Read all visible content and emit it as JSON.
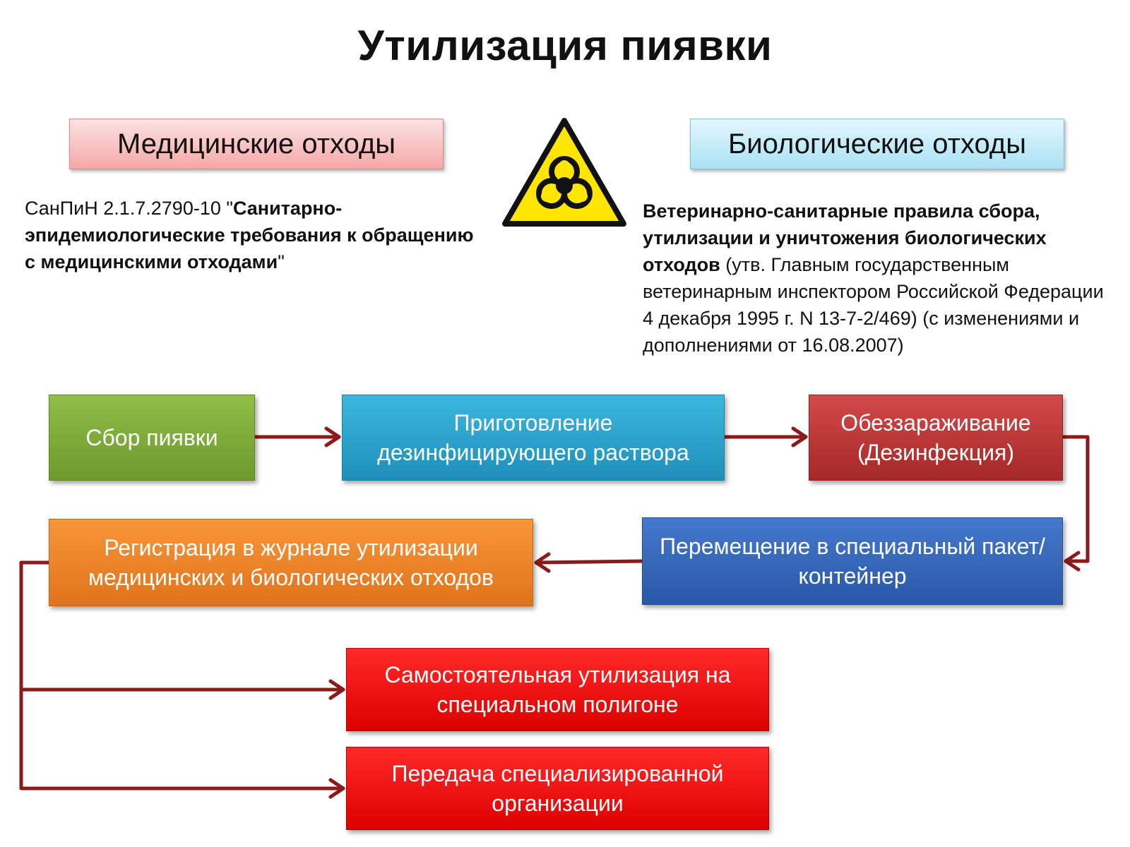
{
  "title": "Утилизация пиявки",
  "categories": {
    "medical": "Медицинские отходы",
    "biological": "Биологические отходы"
  },
  "hazard_icon": "biohazard-icon",
  "medical_rule": {
    "plain_1": "СанПиН 2.1.7.2790-10 \"",
    "bold": "Санитарно-эпидемиологические требования к обращению с медицинскими отходами",
    "plain_2": "\""
  },
  "biological_rule": {
    "bold": "Ветеринарно-санитарные правила сбора, утилизации и уничтожения биологических отходов",
    "plain": " (утв. Главным государственным ветеринарным инспектором Российской Федерации 4 декабря 1995 г. N 13-7-2/469) (с изменениями и дополнениями от 16.08.2007)"
  },
  "steps": {
    "collect": "Сбор пиявки",
    "prepare": "Приготовление дезинфицирующего раствора",
    "disinfect": "Обеззараживание (Дезинфекция)",
    "move": "Перемещение в специальный пакет/контейнер",
    "register": "Регистрация в журнале утилизации медицинских и биологических отходов",
    "self_disposal": "Самостоятельная утилизация на специальном полигоне",
    "transfer": "Передача специализированной организации"
  },
  "colors": {
    "arrow": "#8b1a1a",
    "green": "#7aa93a",
    "cyan": "#2ea3cc",
    "dark_red": "#b83232",
    "blue": "#3366b8",
    "orange": "#ee8526",
    "red": "#ee0000"
  }
}
